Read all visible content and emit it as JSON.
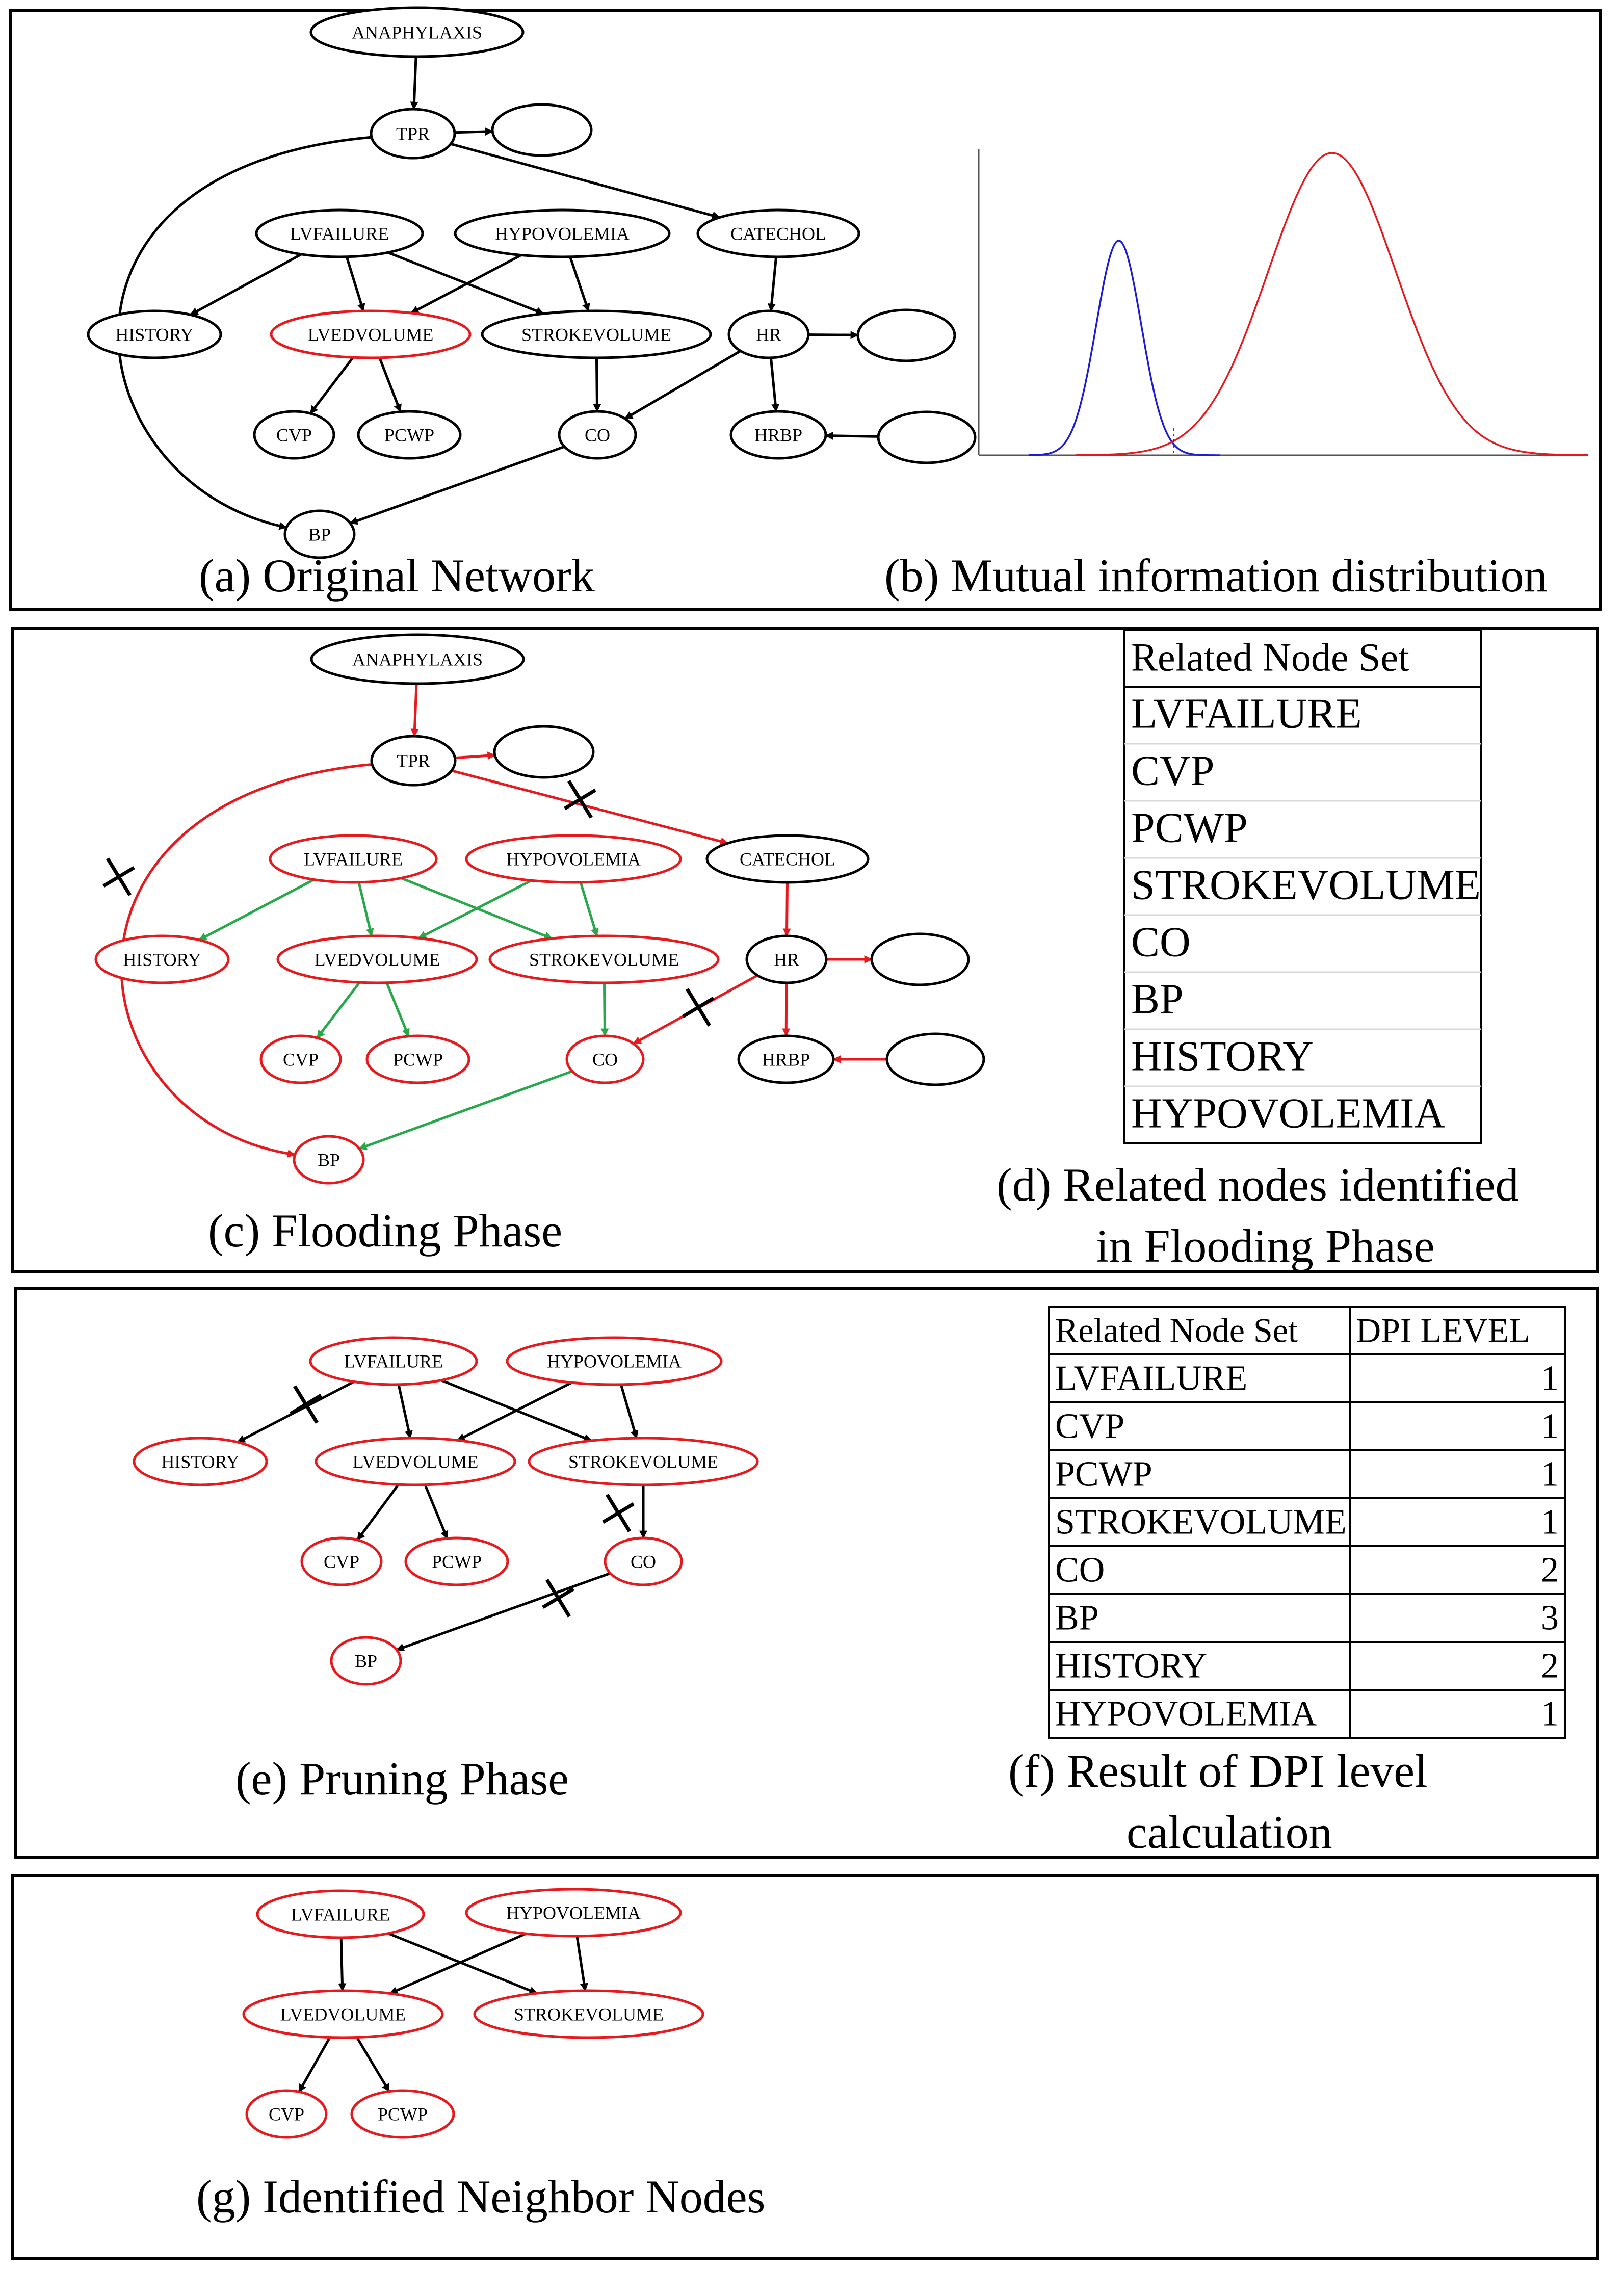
{
  "colors": {
    "black": "#000000",
    "red": "#e8191c",
    "green": "#27a84a",
    "blue": "#1c1cd8",
    "grid": "#d8d8d8"
  },
  "panel_a": {
    "caption": "(a) Original Network",
    "nodes": [
      {
        "id": "ANAPHYLAXIS",
        "label": "ANAPHYLAXIS",
        "color": "black"
      },
      {
        "id": "TPR",
        "label": "TPR",
        "color": "black"
      },
      {
        "id": "E1",
        "label": "",
        "color": "black"
      },
      {
        "id": "LVFAILURE",
        "label": "LVFAILURE",
        "color": "black"
      },
      {
        "id": "HYPOVOLEMIA",
        "label": "HYPOVOLEMIA",
        "color": "black"
      },
      {
        "id": "CATECHOL",
        "label": "CATECHOL",
        "color": "black"
      },
      {
        "id": "HISTORY",
        "label": "HISTORY",
        "color": "black"
      },
      {
        "id": "LVEDVOLUME",
        "label": "LVEDVOLUME",
        "color": "red"
      },
      {
        "id": "STROKEVOLUME",
        "label": "STROKEVOLUME",
        "color": "black"
      },
      {
        "id": "HR",
        "label": "HR",
        "color": "black"
      },
      {
        "id": "E2",
        "label": "",
        "color": "black"
      },
      {
        "id": "CVP",
        "label": "CVP",
        "color": "black"
      },
      {
        "id": "PCWP",
        "label": "PCWP",
        "color": "black"
      },
      {
        "id": "CO",
        "label": "CO",
        "color": "black"
      },
      {
        "id": "HRBP",
        "label": "HRBP",
        "color": "black"
      },
      {
        "id": "E3",
        "label": "",
        "color": "black"
      },
      {
        "id": "BP",
        "label": "BP",
        "color": "black"
      }
    ]
  },
  "panel_b": {
    "caption": "(b) Mutual information distribution",
    "series": [
      {
        "color": "blue",
        "mean": 0.23,
        "sd": 0.037,
        "peak": 0.71
      },
      {
        "color": "red",
        "mean": 0.58,
        "sd": 0.105,
        "peak": 1.0
      }
    ],
    "threshold": 0.32
  },
  "panel_c": {
    "caption": "(c) Flooding Phase",
    "nodes": [
      {
        "id": "ANAPHYLAXIS",
        "label": "ANAPHYLAXIS",
        "color": "black"
      },
      {
        "id": "TPR",
        "label": "TPR",
        "color": "black"
      },
      {
        "id": "E1",
        "label": "",
        "color": "black"
      },
      {
        "id": "LVFAILURE",
        "label": "LVFAILURE",
        "color": "red"
      },
      {
        "id": "HYPOVOLEMIA",
        "label": "HYPOVOLEMIA",
        "color": "red"
      },
      {
        "id": "CATECHOL",
        "label": "CATECHOL",
        "color": "black"
      },
      {
        "id": "HISTORY",
        "label": "HISTORY",
        "color": "red"
      },
      {
        "id": "LVEDVOLUME",
        "label": "LVEDVOLUME",
        "color": "red"
      },
      {
        "id": "STROKEVOLUME",
        "label": "STROKEVOLUME",
        "color": "red"
      },
      {
        "id": "HR",
        "label": "HR",
        "color": "black"
      },
      {
        "id": "E2",
        "label": "",
        "color": "black"
      },
      {
        "id": "CVP",
        "label": "CVP",
        "color": "red"
      },
      {
        "id": "PCWP",
        "label": "PCWP",
        "color": "red"
      },
      {
        "id": "CO",
        "label": "CO",
        "color": "red"
      },
      {
        "id": "HRBP",
        "label": "HRBP",
        "color": "black"
      },
      {
        "id": "E3",
        "label": "",
        "color": "black"
      },
      {
        "id": "BP",
        "label": "BP",
        "color": "red"
      }
    ]
  },
  "panel_d": {
    "caption_line1": "(d) Related nodes identified",
    "caption_line2": "in Flooding Phase",
    "header": "Related Node Set",
    "rows": [
      "LVFAILURE",
      "CVP",
      "PCWP",
      "STROKEVOLUME",
      "CO",
      "BP",
      "HISTORY",
      "HYPOVOLEMIA"
    ]
  },
  "panel_e": {
    "caption": "(e) Pruning Phase",
    "nodes": [
      {
        "id": "LVFAILURE",
        "label": "LVFAILURE",
        "color": "red"
      },
      {
        "id": "HYPOVOLEMIA",
        "label": "HYPOVOLEMIA",
        "color": "red"
      },
      {
        "id": "HISTORY",
        "label": "HISTORY",
        "color": "red"
      },
      {
        "id": "LVEDVOLUME",
        "label": "LVEDVOLUME",
        "color": "red"
      },
      {
        "id": "STROKEVOLUME",
        "label": "STROKEVOLUME",
        "color": "red"
      },
      {
        "id": "CVP",
        "label": "CVP",
        "color": "red"
      },
      {
        "id": "PCWP",
        "label": "PCWP",
        "color": "red"
      },
      {
        "id": "CO",
        "label": "CO",
        "color": "red"
      },
      {
        "id": "BP",
        "label": "BP",
        "color": "red"
      }
    ]
  },
  "panel_f": {
    "caption_line1": "(f) Result of DPI level",
    "caption_line2": "calculation",
    "headers": [
      "Related Node Set",
      "DPI LEVEL"
    ],
    "rows": [
      [
        "LVFAILURE",
        "1"
      ],
      [
        "CVP",
        "1"
      ],
      [
        "PCWP",
        "1"
      ],
      [
        "STROKEVOLUME",
        "1"
      ],
      [
        "CO",
        "2"
      ],
      [
        "BP",
        "3"
      ],
      [
        "HISTORY",
        "2"
      ],
      [
        "HYPOVOLEMIA",
        "1"
      ]
    ]
  },
  "panel_g": {
    "caption": "(g) Identified Neighbor Nodes",
    "nodes": [
      {
        "id": "LVFAILURE",
        "label": "LVFAILURE",
        "color": "red"
      },
      {
        "id": "HYPOVOLEMIA",
        "label": "HYPOVOLEMIA",
        "color": "red"
      },
      {
        "id": "LVEDVOLUME",
        "label": "LVEDVOLUME",
        "color": "red"
      },
      {
        "id": "STROKEVOLUME",
        "label": "STROKEVOLUME",
        "color": "red"
      },
      {
        "id": "CVP",
        "label": "CVP",
        "color": "red"
      },
      {
        "id": "PCWP",
        "label": "PCWP",
        "color": "red"
      }
    ]
  }
}
